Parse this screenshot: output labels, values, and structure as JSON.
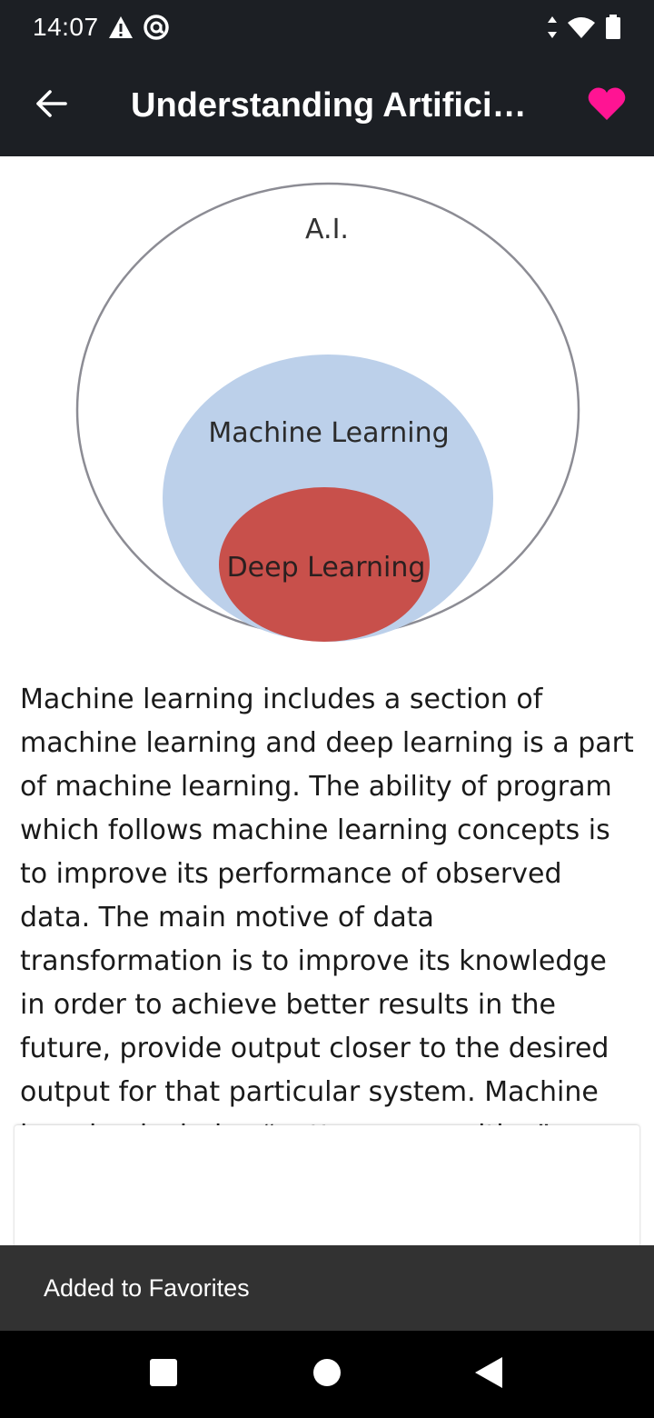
{
  "status_bar": {
    "time": "14:07",
    "left_icons": [
      "warning-icon",
      "at-sign-icon"
    ],
    "right_icons": [
      "data-arrows-icon",
      "wifi-icon",
      "battery-icon"
    ]
  },
  "app_bar": {
    "title": "Understanding Artificial…",
    "back_icon": "arrow-left-icon",
    "favorite_icon": "heart-icon",
    "favorite_color": "#ff1493",
    "background": "#1c1f24"
  },
  "diagram": {
    "outer_label": "A.I.",
    "middle_label": "Machine Learning",
    "inner_label": "Deep Learning",
    "middle_color": "#bcd0ea",
    "inner_color": "#c8504b"
  },
  "article": {
    "text": "Machine learning includes a section of machine learning and deep learning is a part of machine learning. The ability of program which follows machine learning concepts is to improve its performance of observed data. The main motive of data transformation is to improve its knowledge in order to achieve better results in the future, provide output closer to the desired output for that particular system. Machine learning includes “pattern recognition” which"
  },
  "snackbar": {
    "message": "Added to Favorites"
  },
  "nav_bar": {
    "icons": [
      "recents-square-icon",
      "home-circle-icon",
      "back-triangle-icon"
    ]
  }
}
